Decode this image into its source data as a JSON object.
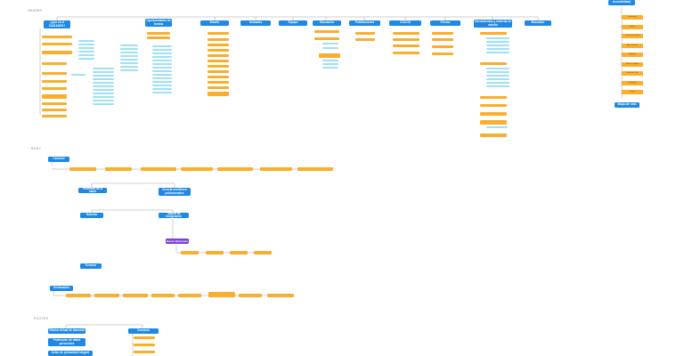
{
  "sections": {
    "header": "HEADER",
    "body": "BODY",
    "footer": "FOOTER"
  },
  "header": {
    "nodes": [
      "¿Qué es el CIUDADES?",
      "Oportunidades de fondos",
      "Diseño",
      "Unidades",
      "Equipo",
      "Educación",
      "Publicaciones",
      "COCOS",
      "Prensa",
      "Herramientas y material de estudio",
      "Buscador"
    ],
    "accesibilidad": {
      "title": "Accesibilidad",
      "items": [
        "Generales",
        "Fuente",
        "Fondo de la Web",
        "Alto contraste",
        "Negativo",
        "Blanco y Negro",
        "Escala de Gris",
        "Desplegar",
        "Cerrar"
      ],
      "footer": "Mapa del sitio"
    }
  },
  "body": {
    "carousel": "Carrusel",
    "nav_left": "Prioridad de la salud",
    "nav_right": "Ciencia monitoreo poblacionales",
    "sub_left": "Noticias",
    "sub_right": "Tutoría de Inmigración",
    "purple": "Becas Recientes",
    "eventos": "Eventos",
    "destacados": "Destacados"
  },
  "footer": {
    "left": [
      "Oficina virtual de atención",
      "Protección de datos personales",
      "Aviso de privacidad integral"
    ],
    "right": "Contacto"
  },
  "colors": {
    "primary": "#1e88e5",
    "leaf": "#f9ae2d",
    "sub_leaf": "#9fe0f5",
    "highlight": "#7e3fd6"
  }
}
